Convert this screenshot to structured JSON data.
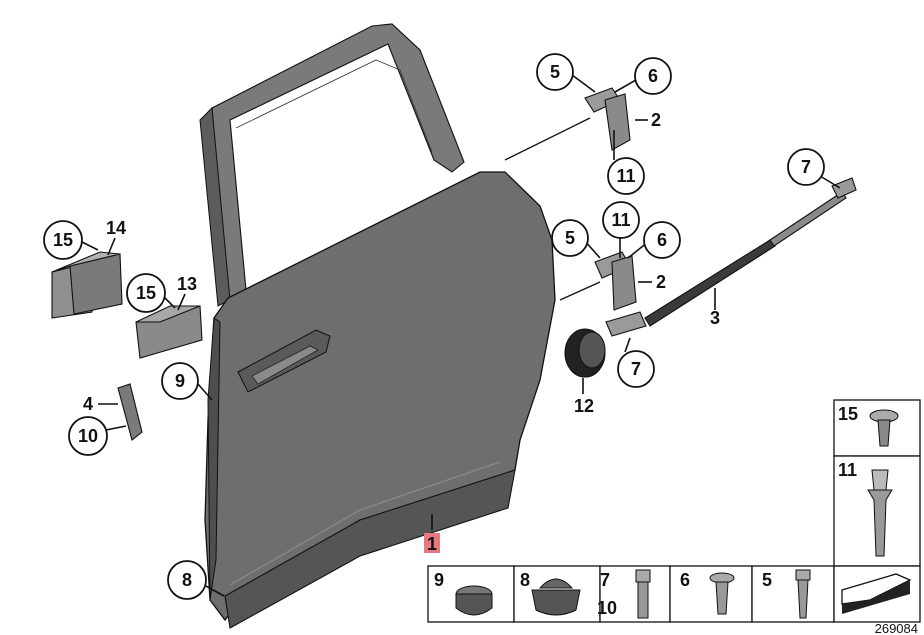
{
  "callouts": {
    "c1": "1",
    "c2a": "2",
    "c2b": "2",
    "c3": "3",
    "c4": "4",
    "c5a": "5",
    "c5b": "5",
    "c6a": "6",
    "c6b": "6",
    "c7a": "7",
    "c7b": "7",
    "c8": "8",
    "c9": "9",
    "c10": "10",
    "c11a": "11",
    "c11b": "11",
    "c12": "12",
    "c13": "13",
    "c14": "14",
    "c15a": "15",
    "c15b": "15"
  },
  "legend": {
    "t15": "15",
    "t11": "11",
    "t9": "9",
    "t8": "8",
    "t7": "7",
    "t10": "10",
    "t6": "6",
    "t5": "5"
  },
  "diagram_number": "269084",
  "colors": {
    "door": "#6e6e6e",
    "door_dark": "#555555",
    "parts": "#8a8a8a",
    "highlight": "#e8777f"
  }
}
